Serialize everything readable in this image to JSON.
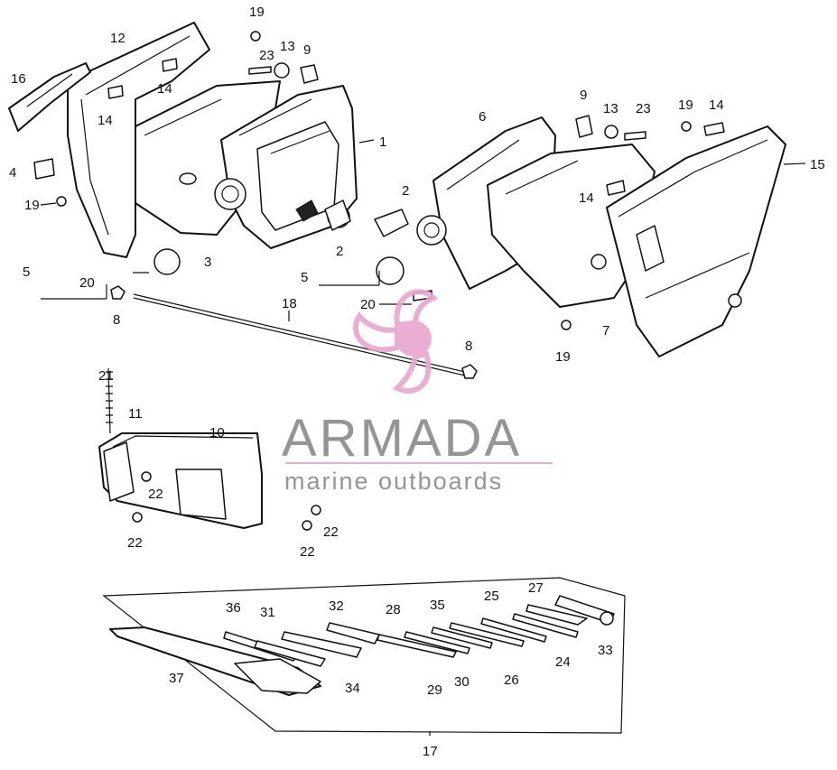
{
  "watermark": {
    "title": "ARMADA",
    "subtitle": "marine outboards",
    "logo_color": "#e8a6cf",
    "text_color": "#8a8a8a"
  },
  "callouts": {
    "c1": "1",
    "c2a": "2",
    "c2b": "2",
    "c3": "3",
    "c4": "4",
    "c5a": "5",
    "c5b": "5",
    "c6": "6",
    "c7": "7",
    "c8a": "8",
    "c8b": "8",
    "c9a": "9",
    "c9b": "9",
    "c10": "10",
    "c11": "11",
    "c12": "12",
    "c13a": "13",
    "c13b": "13",
    "c14a": "14",
    "c14b": "14",
    "c14c": "14",
    "c14d": "14",
    "c15": "15",
    "c16": "16",
    "c17": "17",
    "c18": "18",
    "c19a": "19",
    "c19b": "19",
    "c19c": "19",
    "c19d": "19",
    "c20a": "20",
    "c20b": "20",
    "c21": "21",
    "c22a": "22",
    "c22b": "22",
    "c22c": "22",
    "c22d": "22",
    "c23a": "23",
    "c23b": "23",
    "c24": "24",
    "c25": "25",
    "c26": "26",
    "c27": "27",
    "c28": "28",
    "c29": "29",
    "c30": "30",
    "c31": "31",
    "c32": "32",
    "c33": "33",
    "c34": "34",
    "c35": "35",
    "c36": "36",
    "c37": "37"
  }
}
